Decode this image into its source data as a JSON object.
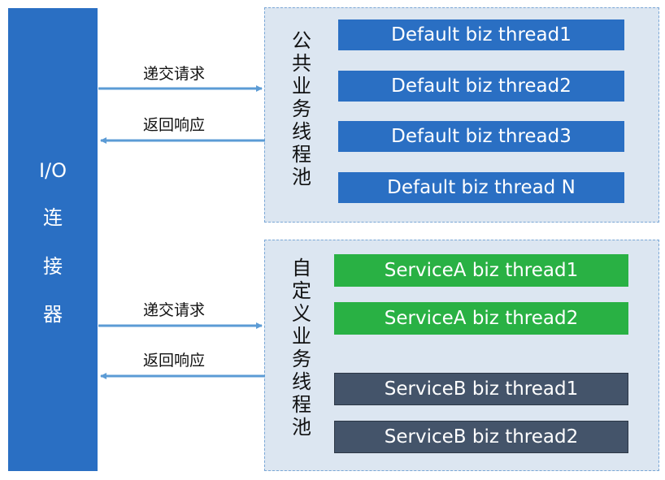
{
  "io_connector": {
    "label_line1": "I/O",
    "label_line2": "连",
    "label_line3": "接",
    "label_line4": "器"
  },
  "public_pool": {
    "title_chars": [
      "公",
      "共",
      "业",
      "务",
      "线",
      "程",
      "池"
    ],
    "threads": [
      "Default biz thread1",
      "Default biz thread2",
      "Default biz thread3",
      "Default biz thread N"
    ]
  },
  "custom_pool": {
    "title_chars": [
      "自",
      "定",
      "义",
      "业",
      "务",
      "线",
      "程",
      "池"
    ],
    "service_a_threads": [
      "ServiceA biz thread1",
      "ServiceA biz thread2"
    ],
    "service_b_threads": [
      "ServiceB biz thread1",
      "ServiceB biz thread2"
    ]
  },
  "arrows": {
    "submit_request_top": "递交请求",
    "return_response_top": "返回响应",
    "submit_request_bottom": "递交请求",
    "return_response_bottom": "返回响应"
  },
  "colors": {
    "io_blue": "#2a6fc3",
    "default_thread": "#2a6fc3",
    "service_a": "#29b144",
    "service_b": "#44546a",
    "pool_bg": "#dce6f1",
    "arrow": "#5b9bd5"
  }
}
